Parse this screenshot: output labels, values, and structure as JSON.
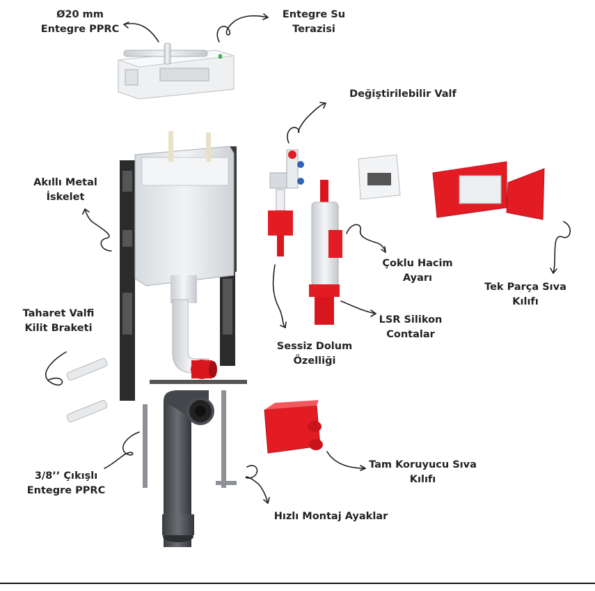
{
  "labels": {
    "ppr_top": [
      "Ø20 mm",
      "Entegre PPRC"
    ],
    "level": [
      "Entegre Su",
      "Terazisi"
    ],
    "valve": [
      "Değiştirilebilir Valf"
    ],
    "frame": [
      "Akıllı Metal",
      "İskelet"
    ],
    "volume": [
      "Çoklu Hacim",
      "Ayarı"
    ],
    "plaster_single": [
      "Tek Parça Sıva",
      "Kılıfı"
    ],
    "silicone": [
      "LSR Silikon",
      "Contalar"
    ],
    "silent_fill": [
      "Sessiz Dolum",
      "Özelliği"
    ],
    "bracket": [
      "Taharet Valfi",
      "Kilit Braketi"
    ],
    "ppr_outlet": [
      "3/8’’ Çıkışlı",
      "Entegre PPRC"
    ],
    "plaster_full": [
      "Tam Koruyucu Sıva",
      "Kılıfı"
    ],
    "feet": [
      "Hızlı Montaj Ayaklar"
    ]
  },
  "colors": {
    "accent_red": "#e31b23",
    "frame_dark": "#2b2b2b",
    "tank_white": "#e9ecef",
    "pipe_gray": "#4a4d52",
    "text": "#222222"
  }
}
